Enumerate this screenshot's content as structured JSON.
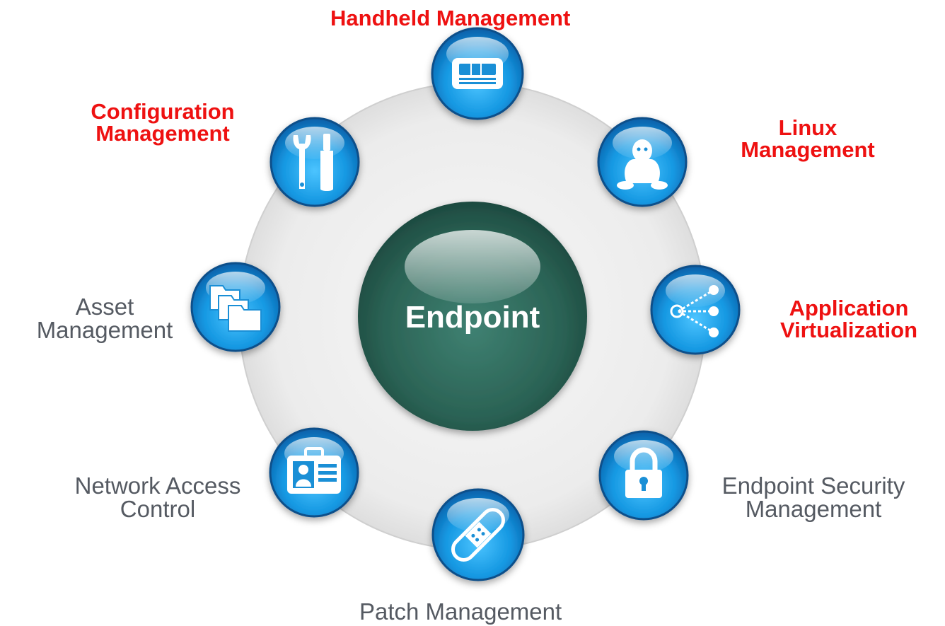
{
  "hub": {
    "title": "Endpoint"
  },
  "modules": [
    {
      "id": "handheld",
      "lines": [
        "Handheld Management"
      ],
      "highlighted": true,
      "icon": "handheld-device-icon"
    },
    {
      "id": "linux",
      "lines": [
        "Linux",
        "Management"
      ],
      "highlighted": true,
      "icon": "linux-penguin-icon"
    },
    {
      "id": "appvirt",
      "lines": [
        "Application",
        "Virtualization"
      ],
      "highlighted": true,
      "icon": "share-network-icon"
    },
    {
      "id": "endpoint-security",
      "lines": [
        "Endpoint Security",
        "Management"
      ],
      "highlighted": false,
      "icon": "padlock-icon"
    },
    {
      "id": "patch",
      "lines": [
        "Patch Management"
      ],
      "highlighted": false,
      "icon": "bandage-icon"
    },
    {
      "id": "nac",
      "lines": [
        "Network Access",
        "Control"
      ],
      "highlighted": false,
      "icon": "id-badge-icon"
    },
    {
      "id": "asset",
      "lines": [
        "Asset",
        "Management"
      ],
      "highlighted": false,
      "icon": "folders-icon"
    },
    {
      "id": "config",
      "lines": [
        "Configuration",
        "Management"
      ],
      "highlighted": true,
      "icon": "wrench-screwdriver-icon"
    }
  ],
  "colors": {
    "highlight_text": "#ee1111",
    "normal_text": "#555a62",
    "hub_fill": "#2f6b5e",
    "ring_fill": "#eeeeee",
    "node_blue": "#1aa0e8"
  }
}
